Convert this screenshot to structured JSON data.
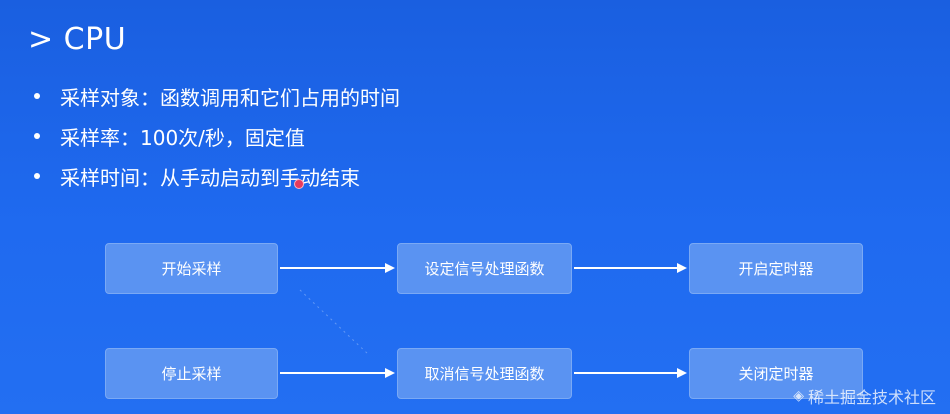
{
  "slide": {
    "title": "> CPU",
    "bullets": [
      "采样对象：函数调用和它们占用的时间",
      "采样率：100次/秒，固定值",
      "采样时间：从手动启动到手动结束"
    ]
  },
  "flow": {
    "row1": [
      "开始采样",
      "设定信号处理函数",
      "开启定时器"
    ],
    "row2": [
      "停止采样",
      "取消信号处理函数",
      "关闭定时器"
    ]
  },
  "watermark": {
    "text": "稀土掘金技术社区"
  },
  "colors": {
    "background": "#1f6af0",
    "node_fill": "#5a93f2",
    "arrow": "#ffffff",
    "cursor": "#e63a5e"
  }
}
